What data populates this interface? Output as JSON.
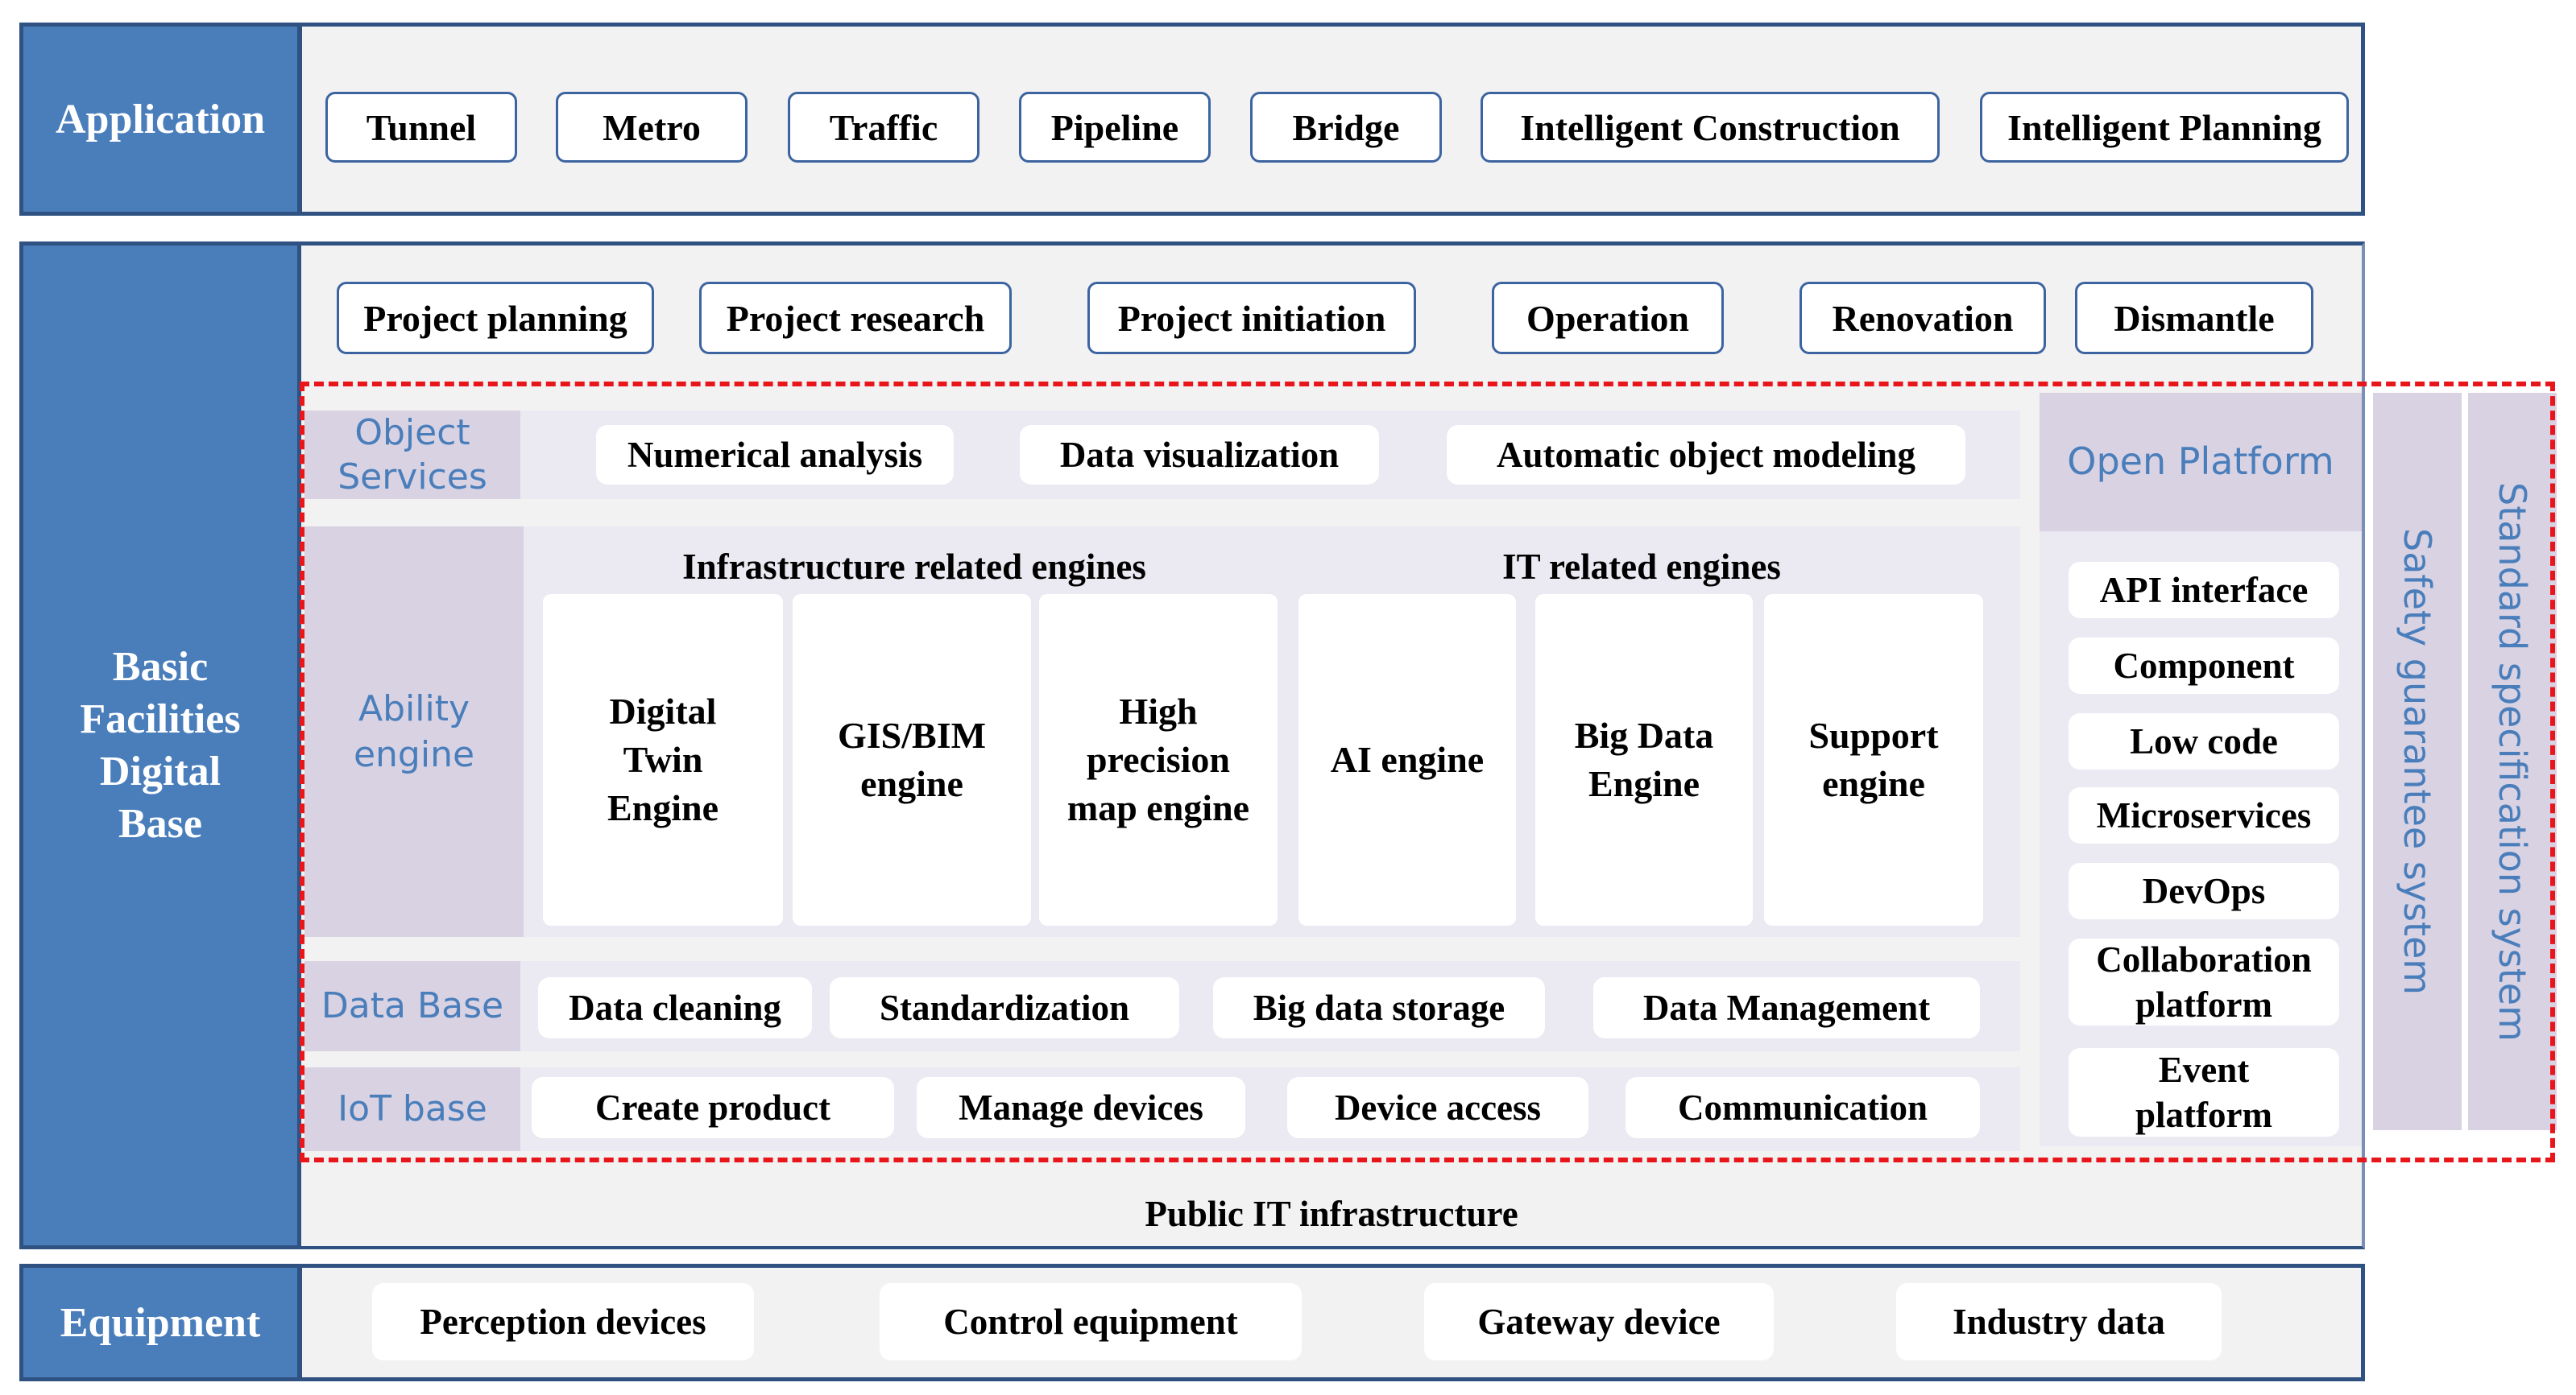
{
  "application": {
    "label": "Application",
    "items": [
      "Tunnel",
      "Metro",
      "Traffic",
      "Pipeline",
      "Bridge",
      "Intelligent Construction",
      "Intelligent Planning"
    ]
  },
  "base": {
    "label_lines": [
      "Basic",
      "Facilities",
      "Digital",
      "Base"
    ],
    "stages": [
      "Project planning",
      "Project research",
      "Project initiation",
      "Operation",
      "Renovation",
      "Dismantle"
    ],
    "object_services": {
      "label_lines": [
        "Object",
        "Services"
      ],
      "items": [
        "Numerical analysis",
        "Data visualization",
        "Automatic object modeling"
      ]
    },
    "ability_engine": {
      "label_lines": [
        "Ability",
        "engine"
      ],
      "infra_heading": "Infrastructure related engines",
      "it_heading": "IT related engines",
      "engines": [
        [
          "Digital",
          "Twin",
          "Engine"
        ],
        [
          "GIS/BIM",
          "engine"
        ],
        [
          "High",
          "precision",
          "map engine"
        ],
        [
          "AI engine"
        ],
        [
          "Big Data",
          "Engine"
        ],
        [
          "Support",
          "engine"
        ]
      ]
    },
    "data_base": {
      "label": "Data Base",
      "items": [
        "Data cleaning",
        "Standardization",
        "Big data storage",
        "Data Management"
      ]
    },
    "iot_base": {
      "label": "IoT base",
      "items": [
        "Create product",
        "Manage devices",
        "Device access",
        "Communication"
      ]
    },
    "open_platform": {
      "label": "Open Platform",
      "items": [
        [
          "API interface"
        ],
        [
          "Component"
        ],
        [
          "Low code"
        ],
        [
          "Microservices"
        ],
        [
          "DevOps"
        ],
        [
          "Collaboration",
          "platform"
        ],
        [
          "Event",
          "platform"
        ]
      ]
    },
    "safety": "Safety guarantee system",
    "standard": "Standard specification system",
    "public_it": "Public IT infrastructure"
  },
  "equipment": {
    "label": "Equipment",
    "items": [
      "Perception devices",
      "Control equipment",
      "Gateway device",
      "Industry data"
    ]
  },
  "colors": {
    "label_blue": "#4a7ebb",
    "label_border": "#2f5283",
    "lavender": "#d8d2e3",
    "row_bg": "#ebe9f1",
    "dashed_red": "#e8151b"
  }
}
